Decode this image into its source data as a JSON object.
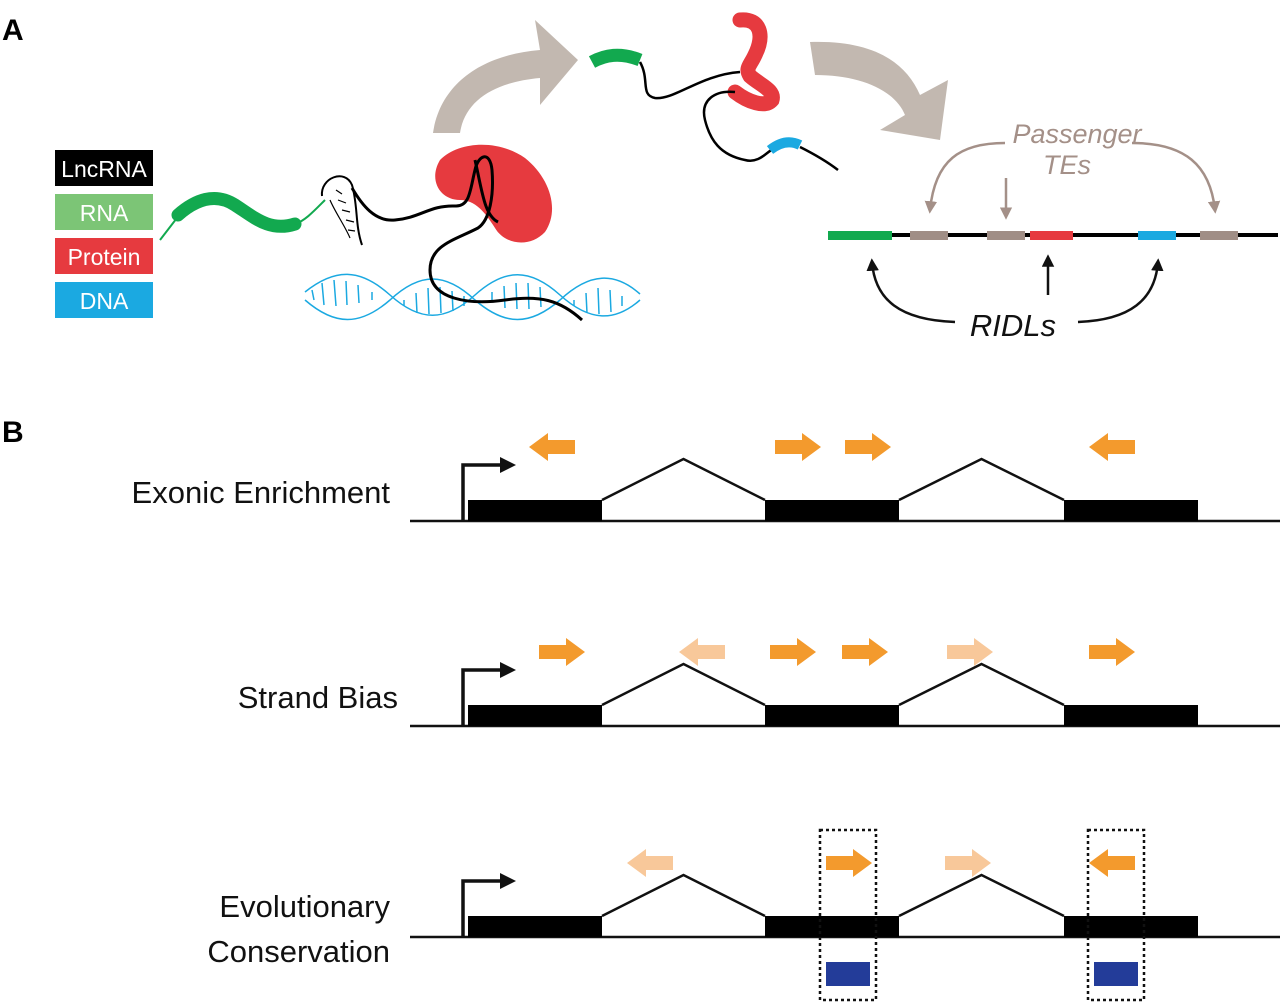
{
  "panels": {
    "a": {
      "letter": "A"
    },
    "b": {
      "letter": "B"
    }
  },
  "legend": [
    {
      "label": "LncRNA",
      "color": "#000000"
    },
    {
      "label": "RNA",
      "color": "#7cc576"
    },
    {
      "label": "Protein",
      "color": "#e63a3f"
    },
    {
      "label": "DNA",
      "color": "#1ba9e1"
    }
  ],
  "schematic": {
    "passenger_label_line1": "Passenger",
    "passenger_label_line2": "TEs",
    "ridls_label": "RIDLs"
  },
  "tracks": [
    {
      "label_lines": [
        "Exonic Enrichment"
      ]
    },
    {
      "label_lines": [
        "Strand Bias"
      ]
    },
    {
      "label_lines": [
        "Evolutionary",
        "Conservation"
      ]
    }
  ],
  "colors": {
    "te_strong": "#f39a2d",
    "te_faint": "#f8c89a",
    "conserved": "#233c99",
    "arc": "#a49088",
    "arrow_big": "#c2b8b0",
    "rna_green": "#12a94f",
    "protein_red": "#e63a3f",
    "dna_blue": "#1ba9e1",
    "te_box": "#a08e86"
  }
}
